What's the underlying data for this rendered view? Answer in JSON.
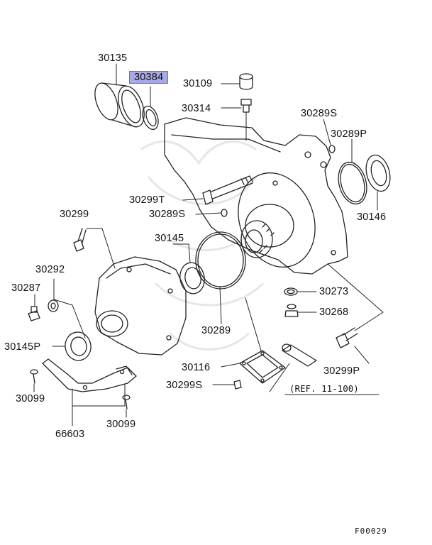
{
  "diagram": {
    "callouts": {
      "c30135": "30135",
      "c30384": "30384",
      "c30109": "30109",
      "c30314": "30314",
      "c30289S_top": "30289S",
      "c30289P": "30289P",
      "c30146": "30146",
      "c30299T": "30299T",
      "c30289S_mid": "30289S",
      "c30299": "30299",
      "c30145": "30145",
      "c30292": "30292",
      "c30287": "30287",
      "c30273": "30273",
      "c30268": "30268",
      "c30289": "30289",
      "c30145P": "30145P",
      "c30116": "30116",
      "c30299P": "30299P",
      "c30299S": "30299S",
      "c30099_left": "30099",
      "c30099_right": "30099",
      "c66603": "66603"
    },
    "highlight_color": "#a9a9e8",
    "reference": "(REF. 11-100)",
    "figure_code": "F00029"
  }
}
